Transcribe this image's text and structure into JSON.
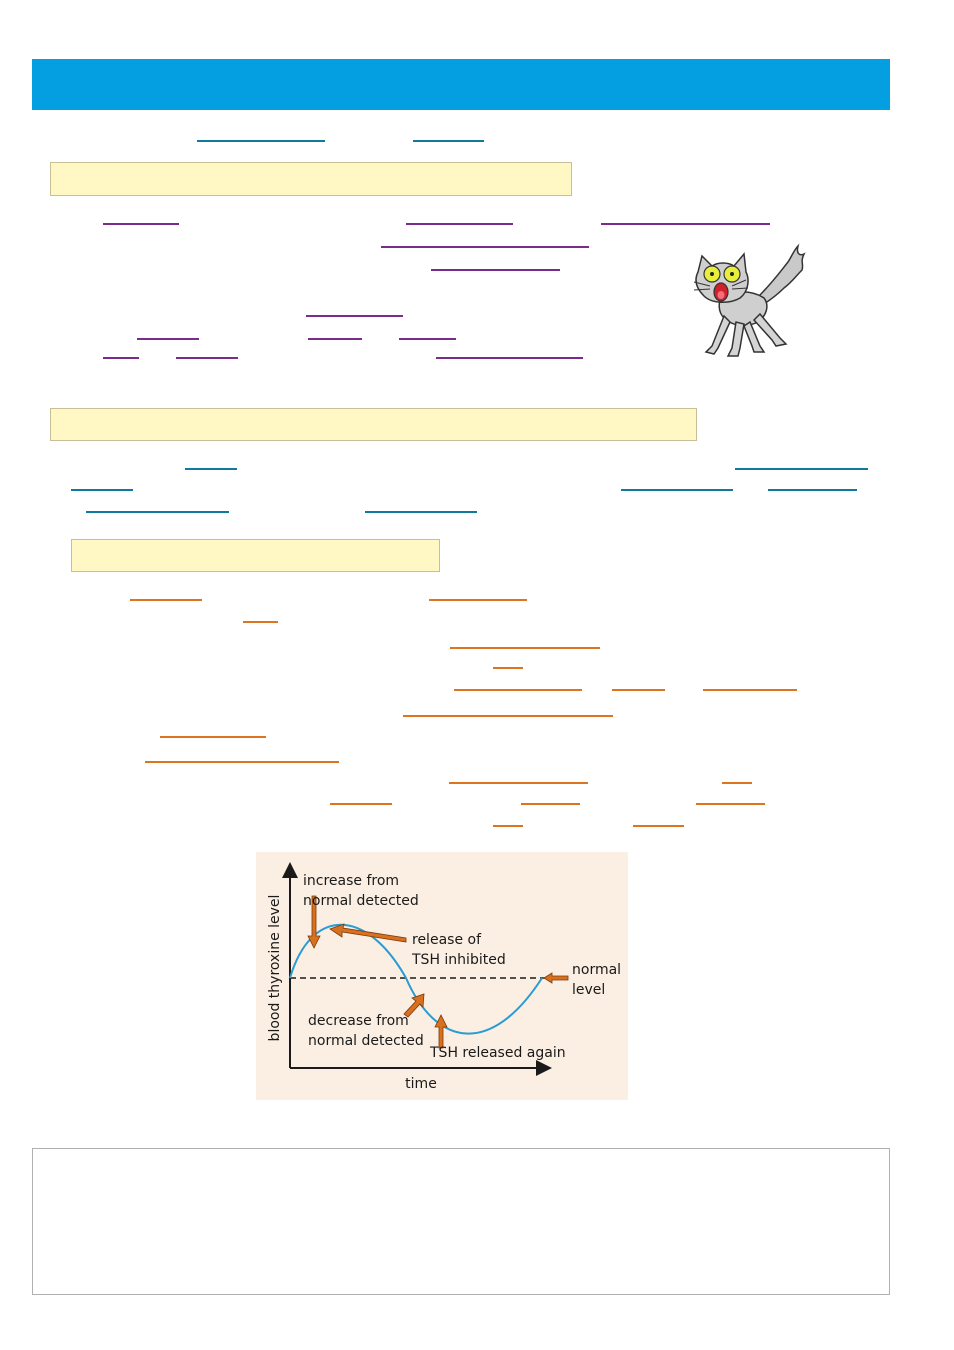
{
  "graph": {
    "y_axis_label": "blood thyroxine level",
    "x_axis_label": "time",
    "annotations": {
      "increase_line1": "increase from",
      "increase_line2": "normal detected",
      "release_line1": "release of",
      "release_line2": "TSH inhibited",
      "normal_line1": "normal",
      "normal_line2": "level",
      "decrease_line1": "decrease from",
      "decrease_line2": "normal detected",
      "tsh_released": "TSH released again"
    }
  },
  "colors": {
    "title_bar": "#039fe0",
    "section_box": "#fff8c4",
    "blank_teal": "#107a9c",
    "blank_purple": "#7b2c8b",
    "blank_orange": "#dd7420",
    "graph_bg": "#fbefe3",
    "curve": "#2a9bd3",
    "arrow": "#d9701e"
  },
  "icons": {
    "illustration": "scared-cat-icon"
  }
}
